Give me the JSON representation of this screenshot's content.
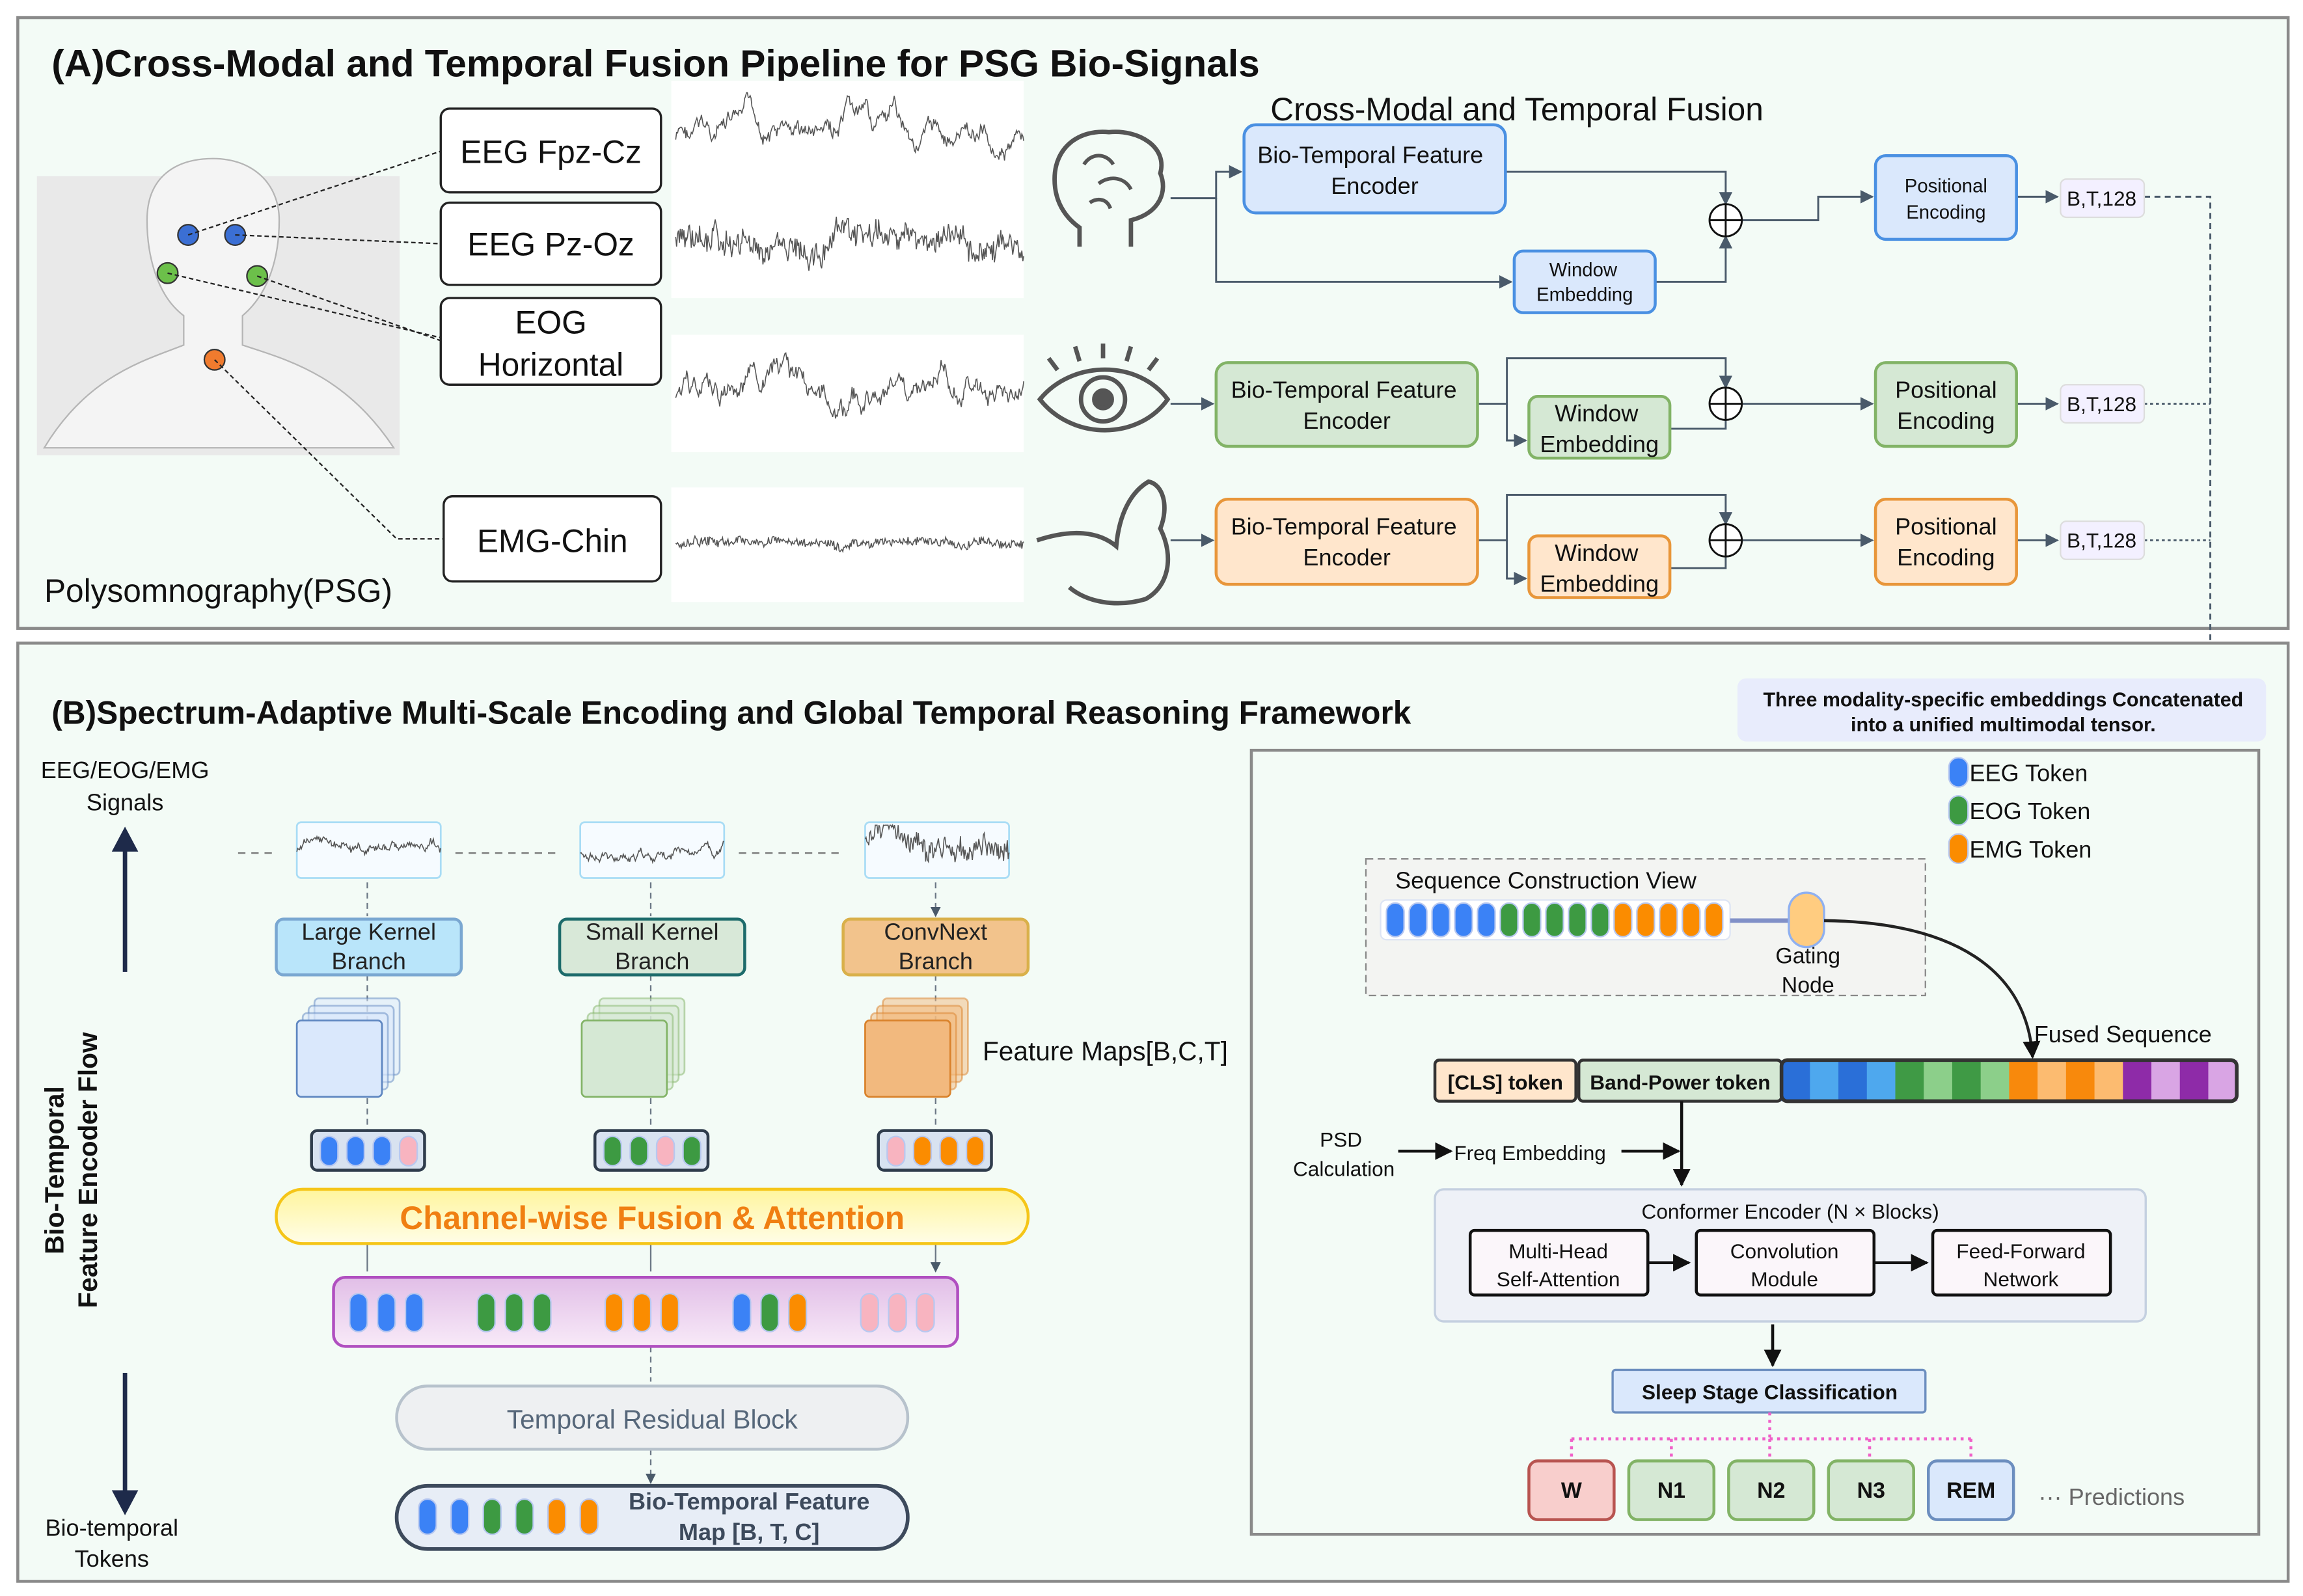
{
  "colors": {
    "eeg": "#3b82f6",
    "eog": "#3d9a42",
    "emg": "#fb8c00",
    "pink": "#f8b4c0",
    "panel_bg": "#f3fbf6",
    "blue_fill": "#dae8fc",
    "green_fill": "#d5e8d4",
    "orange_fill": "#ffe6cc"
  },
  "panel_a": {
    "title": "(A)Cross-Modal and Temporal Fusion Pipeline for PSG Bio-Signals",
    "psg_label": "Polysomnography(PSG)",
    "channels": [
      "EEG Fpz-Cz",
      "EEG Pz-Oz",
      "EOG",
      "Horizontal",
      "EMG-Chin"
    ],
    "fusion_title": "Cross-Modal and Temporal Fusion",
    "encoder": [
      "Bio-Temporal Feature",
      "Encoder"
    ],
    "window": [
      "Window",
      "Embedding"
    ],
    "positional": [
      "Positional",
      "Encoding"
    ],
    "shape": "B,T,128",
    "icons": [
      "brain-icon",
      "eye-icon",
      "flexed-arm-icon",
      "head-electrodes-icon"
    ]
  },
  "panel_b": {
    "title": "(B)Spectrum-Adaptive Multi-Scale Encoding and Global Temporal Reasoning Framework",
    "note": [
      "Three modality-specific embeddings Concatenated",
      "into a unified multimodal tensor."
    ],
    "signals_label": [
      "EEG/EOG/EMG",
      "Signals"
    ],
    "flow_label": [
      "Bio-Temporal",
      "Feature Encoder Flow"
    ],
    "tokens_label": [
      "Bio-temporal",
      "Tokens"
    ],
    "branches": [
      {
        "lines": [
          "Large Kernel",
          "Branch"
        ],
        "tokens": [
          "eeg",
          "eeg",
          "eeg",
          "pink"
        ]
      },
      {
        "lines": [
          "Small Kernel",
          "Branch"
        ],
        "tokens": [
          "eog",
          "eog",
          "pink",
          "eog"
        ]
      },
      {
        "lines": [
          "ConvNext",
          "Branch"
        ],
        "tokens": [
          "pink",
          "emg",
          "emg",
          "emg"
        ]
      }
    ],
    "feature_maps": "Feature Maps[B,C,T]",
    "fusion": "Channel-wise Fusion & Attention",
    "fused_groups": [
      [
        "eeg",
        "eeg",
        "eeg"
      ],
      [
        "eog",
        "eog",
        "eog"
      ],
      [
        "emg",
        "emg",
        "emg"
      ],
      [
        "eeg",
        "eog",
        "emg"
      ],
      [
        "pink",
        "pink",
        "pink"
      ]
    ],
    "residual": "Temporal Residual Block",
    "feature_map_out": [
      "Bio-Temporal Feature",
      "Map [B, T, C]"
    ],
    "out_tokens": [
      "eeg",
      "eeg",
      "eog",
      "eog",
      "emg",
      "emg"
    ],
    "legend": [
      "EEG Token",
      "EOG Token",
      "EMG Token"
    ],
    "seq_view": "Sequence Construction View",
    "seq_tokens": [
      "eeg",
      "eeg",
      "eeg",
      "eeg",
      "eeg",
      "eog",
      "eog",
      "eog",
      "eog",
      "eog",
      "emg",
      "emg",
      "emg",
      "emg",
      "emg"
    ],
    "gating": [
      "Gating",
      "Node"
    ],
    "fused_sequence": "Fused Sequence",
    "cls": "[CLS] token",
    "band_power": "Band-Power token",
    "psd": [
      "PSD",
      "Calculation"
    ],
    "freq": "Freq Embedding",
    "conformer": "Conformer Encoder (N × Blocks)",
    "blocks": [
      [
        "Multi-Head",
        "Self-Attention"
      ],
      [
        "Convolution",
        "Module"
      ],
      [
        "Feed-Forward",
        "Network"
      ]
    ],
    "classification": "Sleep Stage Classification",
    "stages": [
      "W",
      "N1",
      "N2",
      "N3",
      "REM"
    ],
    "predictions": "··· Predictions"
  }
}
